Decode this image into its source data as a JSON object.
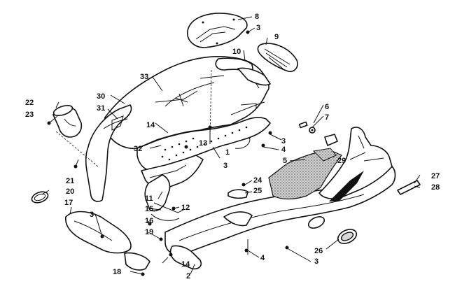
{
  "callouts": [
    {
      "id": "c1",
      "label": "1"
    },
    {
      "id": "c2",
      "label": "2"
    },
    {
      "id": "c3a",
      "label": "3"
    },
    {
      "id": "c3b",
      "label": "3"
    },
    {
      "id": "c3c",
      "label": "3"
    },
    {
      "id": "c3d",
      "label": "3"
    },
    {
      "id": "c3e",
      "label": "3"
    },
    {
      "id": "c4a",
      "label": "4"
    },
    {
      "id": "c4b",
      "label": "4"
    },
    {
      "id": "c5",
      "label": "5"
    },
    {
      "id": "c6",
      "label": "6"
    },
    {
      "id": "c7",
      "label": "7"
    },
    {
      "id": "c8",
      "label": "8"
    },
    {
      "id": "c9",
      "label": "9"
    },
    {
      "id": "c10",
      "label": "10"
    },
    {
      "id": "c11",
      "label": "11"
    },
    {
      "id": "c12",
      "label": "12"
    },
    {
      "id": "c13",
      "label": "13"
    },
    {
      "id": "c14a",
      "label": "14"
    },
    {
      "id": "c14b",
      "label": "14"
    },
    {
      "id": "c15",
      "label": "15"
    },
    {
      "id": "c16",
      "label": "16"
    },
    {
      "id": "c17",
      "label": "17"
    },
    {
      "id": "c18",
      "label": "18"
    },
    {
      "id": "c19",
      "label": "19"
    },
    {
      "id": "c20",
      "label": "20"
    },
    {
      "id": "c21",
      "label": "21"
    },
    {
      "id": "c22",
      "label": "22"
    },
    {
      "id": "c23",
      "label": "23"
    },
    {
      "id": "c24",
      "label": "24"
    },
    {
      "id": "c25",
      "label": "25"
    },
    {
      "id": "c26",
      "label": "26"
    },
    {
      "id": "c27",
      "label": "27"
    },
    {
      "id": "c28",
      "label": "28"
    },
    {
      "id": "c29",
      "label": "29"
    },
    {
      "id": "c30",
      "label": "30"
    },
    {
      "id": "c31",
      "label": "31"
    },
    {
      "id": "c32",
      "label": "32"
    },
    {
      "id": "c33",
      "label": "33"
    }
  ]
}
